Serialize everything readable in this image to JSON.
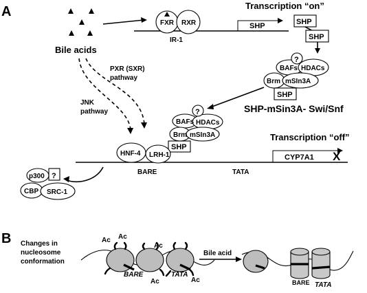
{
  "panel_a": {
    "label": "A",
    "bile_acids": "Bile acids",
    "fxr": "FXR",
    "rxr": "RXR",
    "ir1": "IR-1",
    "shp_gene": "SHP",
    "transcription_on": "Transcription “on”",
    "shp_1": "SHP",
    "shp_2": "SHP",
    "complex_top": {
      "question": "?",
      "bafs": "BAFs",
      "hdacs": "HDACs",
      "brm": "Brm",
      "msin3a": "mSIn3A",
      "shp": "SHP"
    },
    "complex_caption": "SHP-mSin3A- Swi/Snf",
    "pxr_pathway": "PXR (SXR)\npathway",
    "jnk_pathway": "JNK\npathway",
    "complex_bottom": {
      "question": "?",
      "bafs": "BAFs",
      "hdacs": "HDACs",
      "brm": "Brm",
      "msin3a": "mSIn3A",
      "shp": "SHP"
    },
    "hnf4": "HNF-4",
    "lrh1": "LRH-1",
    "bare": "BARE",
    "tata": "TATA",
    "transcription_off": "Transcription “off”",
    "cyp7a1": "CYP7A1",
    "block_mark": "X",
    "p300": "p300",
    "question_small": "?",
    "cbp": "CBP",
    "src1": "SRC-1"
  },
  "panel_b": {
    "label": "B",
    "changes": "Changes in\nnucleosome\nconformation",
    "ac": "Ac",
    "bare_italic": "BARE",
    "tata_italic": "TATA",
    "bile_acid": "Bile acid",
    "bare": "BARE",
    "tata": "TATA"
  }
}
